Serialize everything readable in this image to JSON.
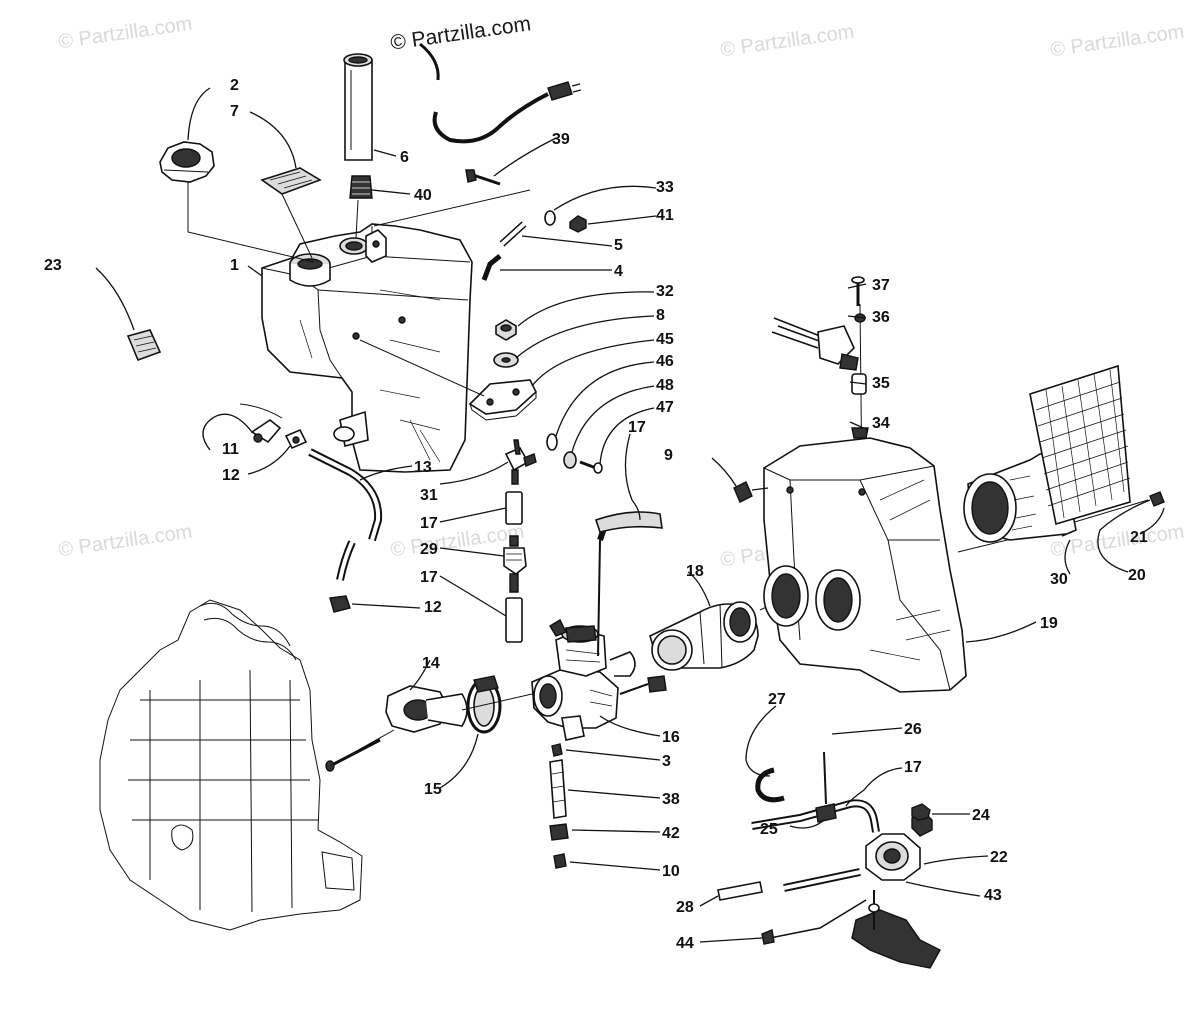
{
  "watermarks": {
    "main": "© Partzilla.com",
    "faint": "© Partzilla.com"
  },
  "callouts": {
    "c1": "1",
    "c2": "2",
    "c3": "3",
    "c4": "4",
    "c5": "5",
    "c6": "6",
    "c7": "7",
    "c8": "8",
    "c9": "9",
    "c10": "10",
    "c11": "11",
    "c12a": "12",
    "c12b": "12",
    "c13": "13",
    "c14": "14",
    "c15": "15",
    "c16": "16",
    "c17a": "17",
    "c17b": "17",
    "c17c": "17",
    "c17d": "17",
    "c18": "18",
    "c19": "19",
    "c20": "20",
    "c21": "21",
    "c22": "22",
    "c23": "23",
    "c24": "24",
    "c25": "25",
    "c26": "26",
    "c27": "27",
    "c28": "28",
    "c29": "29",
    "c30": "30",
    "c31": "31",
    "c32": "32",
    "c33": "33",
    "c34": "34",
    "c35": "35",
    "c36": "36",
    "c37": "37",
    "c38": "38",
    "c39": "39",
    "c40": "40",
    "c41": "41",
    "c42": "42",
    "c43": "43",
    "c44": "44",
    "c45": "45",
    "c46": "46",
    "c47": "47",
    "c48": "48"
  },
  "colors": {
    "ink": "#111111",
    "watermark": "#d9d9d9",
    "background": "#ffffff"
  }
}
